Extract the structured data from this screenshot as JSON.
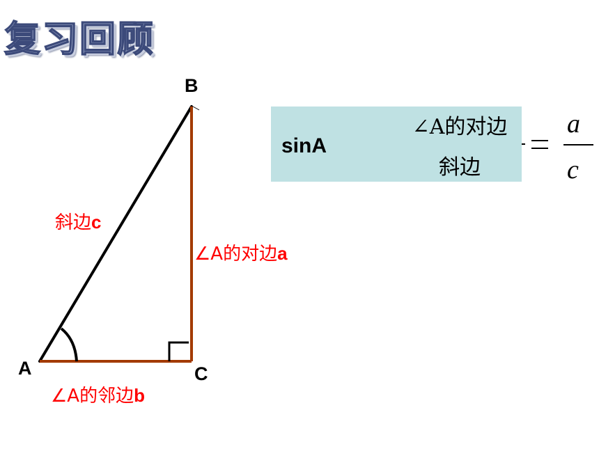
{
  "title": "复习回顾",
  "vertices": {
    "a": "A",
    "b": "B",
    "c": "C"
  },
  "labels": {
    "hyp_text": "斜边",
    "hyp_var": "c",
    "opp_text": "∠A的对边",
    "opp_var": "a",
    "adj_text": "∠A的邻边",
    "adj_var": "b"
  },
  "formula": {
    "lhs": "sinA",
    "numerator": "∠A的对边",
    "denominator": "斜边",
    "var_num": "a",
    "var_den": "c"
  },
  "colors": {
    "side_color": "#a33a00",
    "hypotenuse": "#000000",
    "label_red": "#ff0000",
    "formula_bg": "#bfe1e3"
  }
}
